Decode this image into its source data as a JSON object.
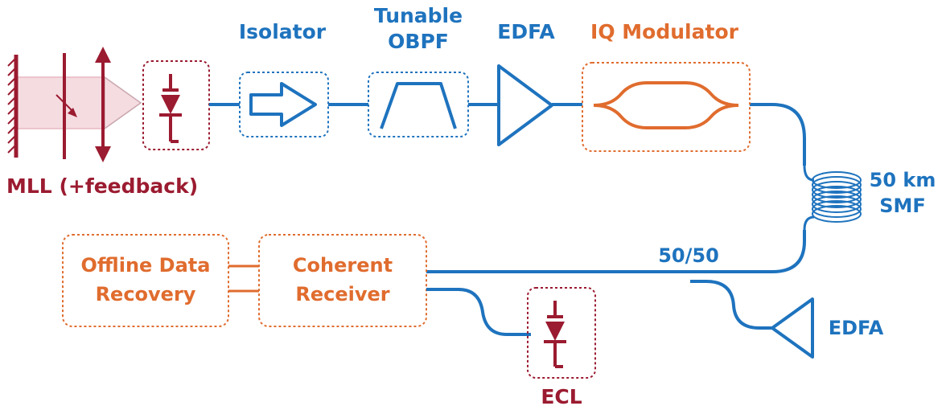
{
  "labels": {
    "isolator": "Isolator",
    "obpf_line1": "Tunable",
    "obpf_line2": "OBPF",
    "edfa_top": "EDFA",
    "iq_modulator": "IQ Modulator",
    "mll": "MLL (+feedback)",
    "fiber_line1": "50 km",
    "fiber_line2": "SMF",
    "offline_line1": "Offline Data",
    "offline_line2": "Recovery",
    "coherent_line1": "Coherent",
    "coherent_line2": "Receiver",
    "coupler": "50/50",
    "edfa_bottom": "EDFA",
    "ecl": "ECL"
  },
  "colors": {
    "blue": "#1e73be",
    "orange": "#e06c2e",
    "maroon": "#9b1b30",
    "pink": "#f5dce1"
  },
  "icons": {
    "mll": "mode-locked-laser-cavity-icon",
    "diode_top": "photodiode-icon",
    "isolator": "isolator-arrow-icon",
    "filter": "bandpass-filter-icon",
    "amplifier": "amplifier-triangle-icon",
    "modulator": "mach-zehnder-modulator-icon",
    "spool": "fiber-spool-icon",
    "diode_ecl": "laser-diode-icon"
  }
}
